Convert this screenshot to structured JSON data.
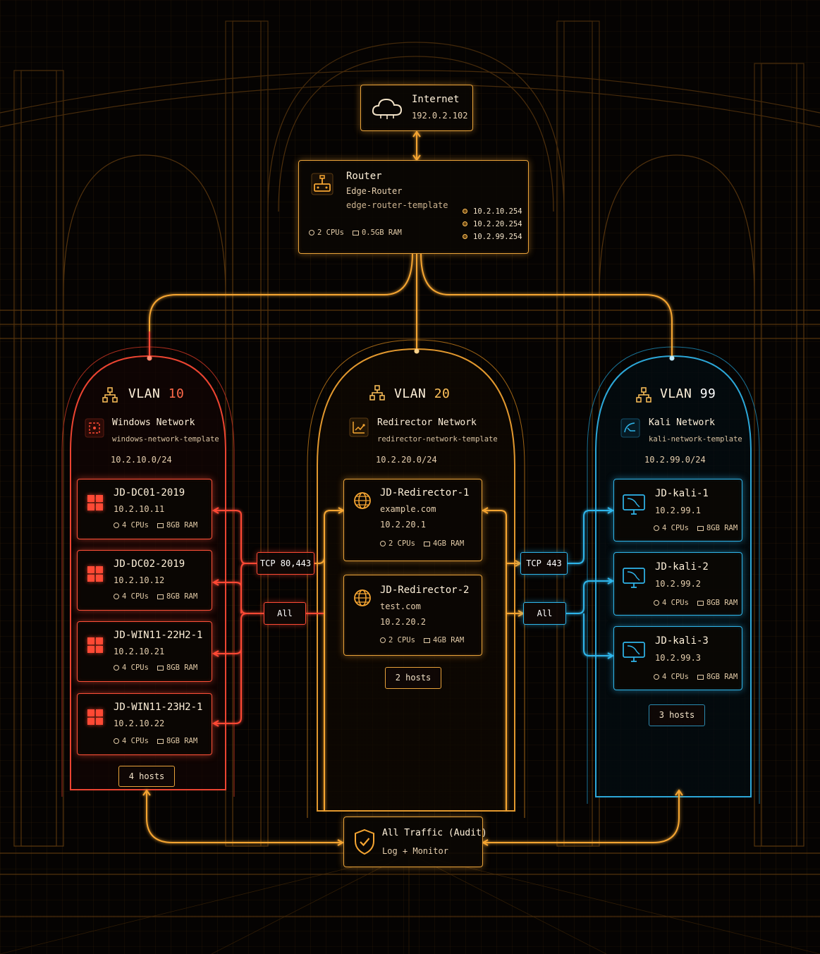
{
  "colors": {
    "orange": "#f5a532",
    "red": "#ff4a35",
    "blue": "#2fb5ea",
    "background": "#050302"
  },
  "internet": {
    "icon": "cloud-icon",
    "label": "Internet",
    "ip": "192.0.2.102"
  },
  "router": {
    "icon": "router-icon",
    "type": "Router",
    "name": "Edge-Router",
    "template": "edge-router-template",
    "cpus": "2 CPUs",
    "ram": "0.5GB RAM",
    "interfaces": [
      "10.2.10.254",
      "10.2.20.254",
      "10.2.99.254"
    ]
  },
  "vlans": {
    "v10": {
      "prefix": "VLAN",
      "num": "10",
      "network_icon": "windows-network-icon",
      "network": "Windows Network",
      "template": "windows-network-template",
      "cidr": "10.2.10.0/24",
      "hosts_count": "4 hosts",
      "hosts": [
        {
          "name": "JD-DC01-2019",
          "ip": "10.2.10.11",
          "cpus": "4 CPUs",
          "ram": "8GB RAM"
        },
        {
          "name": "JD-DC02-2019",
          "ip": "10.2.10.12",
          "cpus": "4 CPUs",
          "ram": "8GB RAM"
        },
        {
          "name": "JD-WIN11-22H2-1",
          "ip": "10.2.10.21",
          "cpus": "4 CPUs",
          "ram": "8GB RAM"
        },
        {
          "name": "JD-WIN11-23H2-1",
          "ip": "10.2.10.22",
          "cpus": "4 CPUs",
          "ram": "8GB RAM"
        }
      ]
    },
    "v20": {
      "prefix": "VLAN",
      "num": "20",
      "network_icon": "redirector-network-icon",
      "network": "Redirector Network",
      "template": "redirector-network-template",
      "cidr": "10.2.20.0/24",
      "hosts_count": "2 hosts",
      "hosts": [
        {
          "name": "JD-Redirector-1",
          "domain": "example.com",
          "ip": "10.2.20.1",
          "cpus": "2 CPUs",
          "ram": "4GB RAM"
        },
        {
          "name": "JD-Redirector-2",
          "domain": "test.com",
          "ip": "10.2.20.2",
          "cpus": "2 CPUs",
          "ram": "4GB RAM"
        }
      ]
    },
    "v99": {
      "prefix": "VLAN",
      "num": "99",
      "network_icon": "kali-network-icon",
      "network": "Kali Network",
      "template": "kali-network-template",
      "cidr": "10.2.99.0/24",
      "hosts_count": "3 hosts",
      "hosts": [
        {
          "name": "JD-kali-1",
          "ip": "10.2.99.1",
          "cpus": "4 CPUs",
          "ram": "8GB RAM"
        },
        {
          "name": "JD-kali-2",
          "ip": "10.2.99.2",
          "cpus": "4 CPUs",
          "ram": "8GB RAM"
        },
        {
          "name": "JD-kali-3",
          "ip": "10.2.99.3",
          "cpus": "4 CPUs",
          "ram": "8GB RAM"
        }
      ]
    }
  },
  "rules": {
    "left_tcp": "TCP 80,443",
    "left_all": "All",
    "right_tcp": "TCP 443",
    "right_all": "All"
  },
  "audit": {
    "icon": "shield-check-icon",
    "label": "All Traffic (Audit)",
    "sub": "Log + Monitor"
  }
}
